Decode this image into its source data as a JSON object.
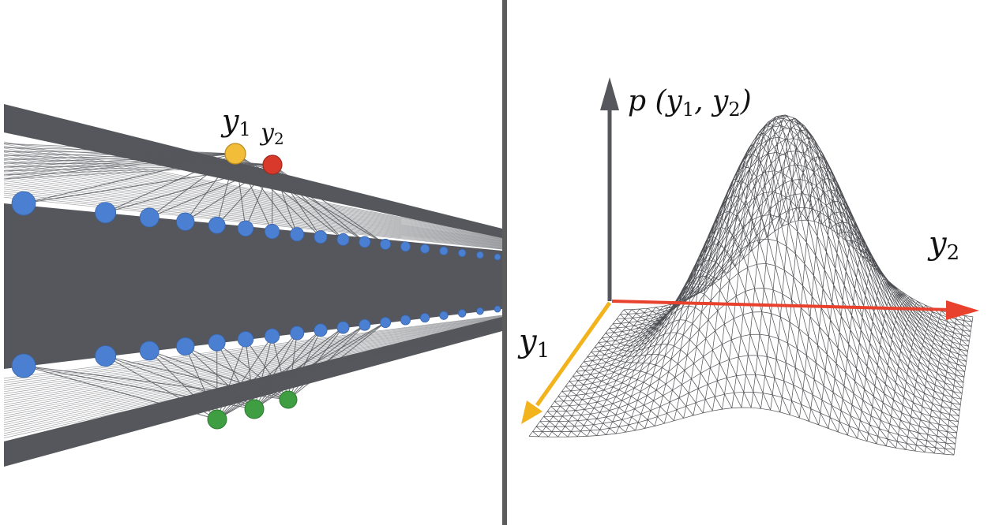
{
  "left_panel": {
    "labels": {
      "y1_base": "y",
      "y1_sub": "1",
      "y2_base": "y",
      "y2_sub": "2"
    },
    "node_counts": {
      "top_row": 18,
      "bottom_row": 18,
      "green_nodes": 3
    },
    "colors": {
      "lines": "#55575c",
      "blue_node": "#4a7fd1",
      "yellow_node": "#f2bd38",
      "red_node": "#d9392b",
      "green_node": "#3f9e42",
      "divider": "#5c5c5c"
    }
  },
  "right_panel": {
    "axis_label_p": "p (y",
    "axis_label_p_sub1": "1",
    "axis_label_p_mid": ", y",
    "axis_label_p_sub2": "2",
    "axis_label_p_end": ")",
    "axis_label_y1_base": "y",
    "axis_label_y1_sub": "1",
    "axis_label_y2_base": "y",
    "axis_label_y2_sub": "2",
    "colors": {
      "vertical_axis": "#55575c",
      "y2_axis": "#e8412d",
      "y1_axis": "#f2b31c",
      "mesh": "#3b3c40"
    }
  }
}
